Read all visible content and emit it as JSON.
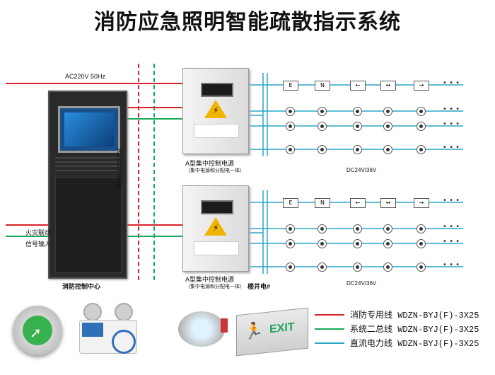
{
  "title": "消防应急照明智能疏散指示系统",
  "power_label_top": "AC220V  50Hz",
  "power_label_vertical": "AC220V 50Hz",
  "fire_link_label": "火灾联动",
  "signal_input_label": "信号输入",
  "control_center_label": "消防控制中心",
  "shaft_label": "楼井电#",
  "panels": [
    {
      "name": "A型集中控制电源",
      "sub": "（集中电源和分配电一体）",
      "dc": "DC24V/36V"
    },
    {
      "name": "A型集中控制电源",
      "sub": "（集中电源和分配电一体）",
      "dc": "DC24V/36V"
    }
  ],
  "row1_signs": [
    "E",
    "N",
    "←",
    "↔",
    "→"
  ],
  "more": "• • •",
  "legend": [
    {
      "text": "消防专用线 WDZN-BYJ(F)-3X25",
      "color": "#d8232a"
    },
    {
      "text": "系统二总线 WDZN-BYJ(F)-3X25",
      "color": "#1aa85a"
    },
    {
      "text": "直流电力线 WDZN-BYJ(F)-3X25",
      "color": "#2aa7c8"
    }
  ],
  "colors": {
    "red": "#d8232a",
    "green": "#1aa85a",
    "cyan": "#2aa7c8"
  },
  "exit_sign_text": "EXIT"
}
